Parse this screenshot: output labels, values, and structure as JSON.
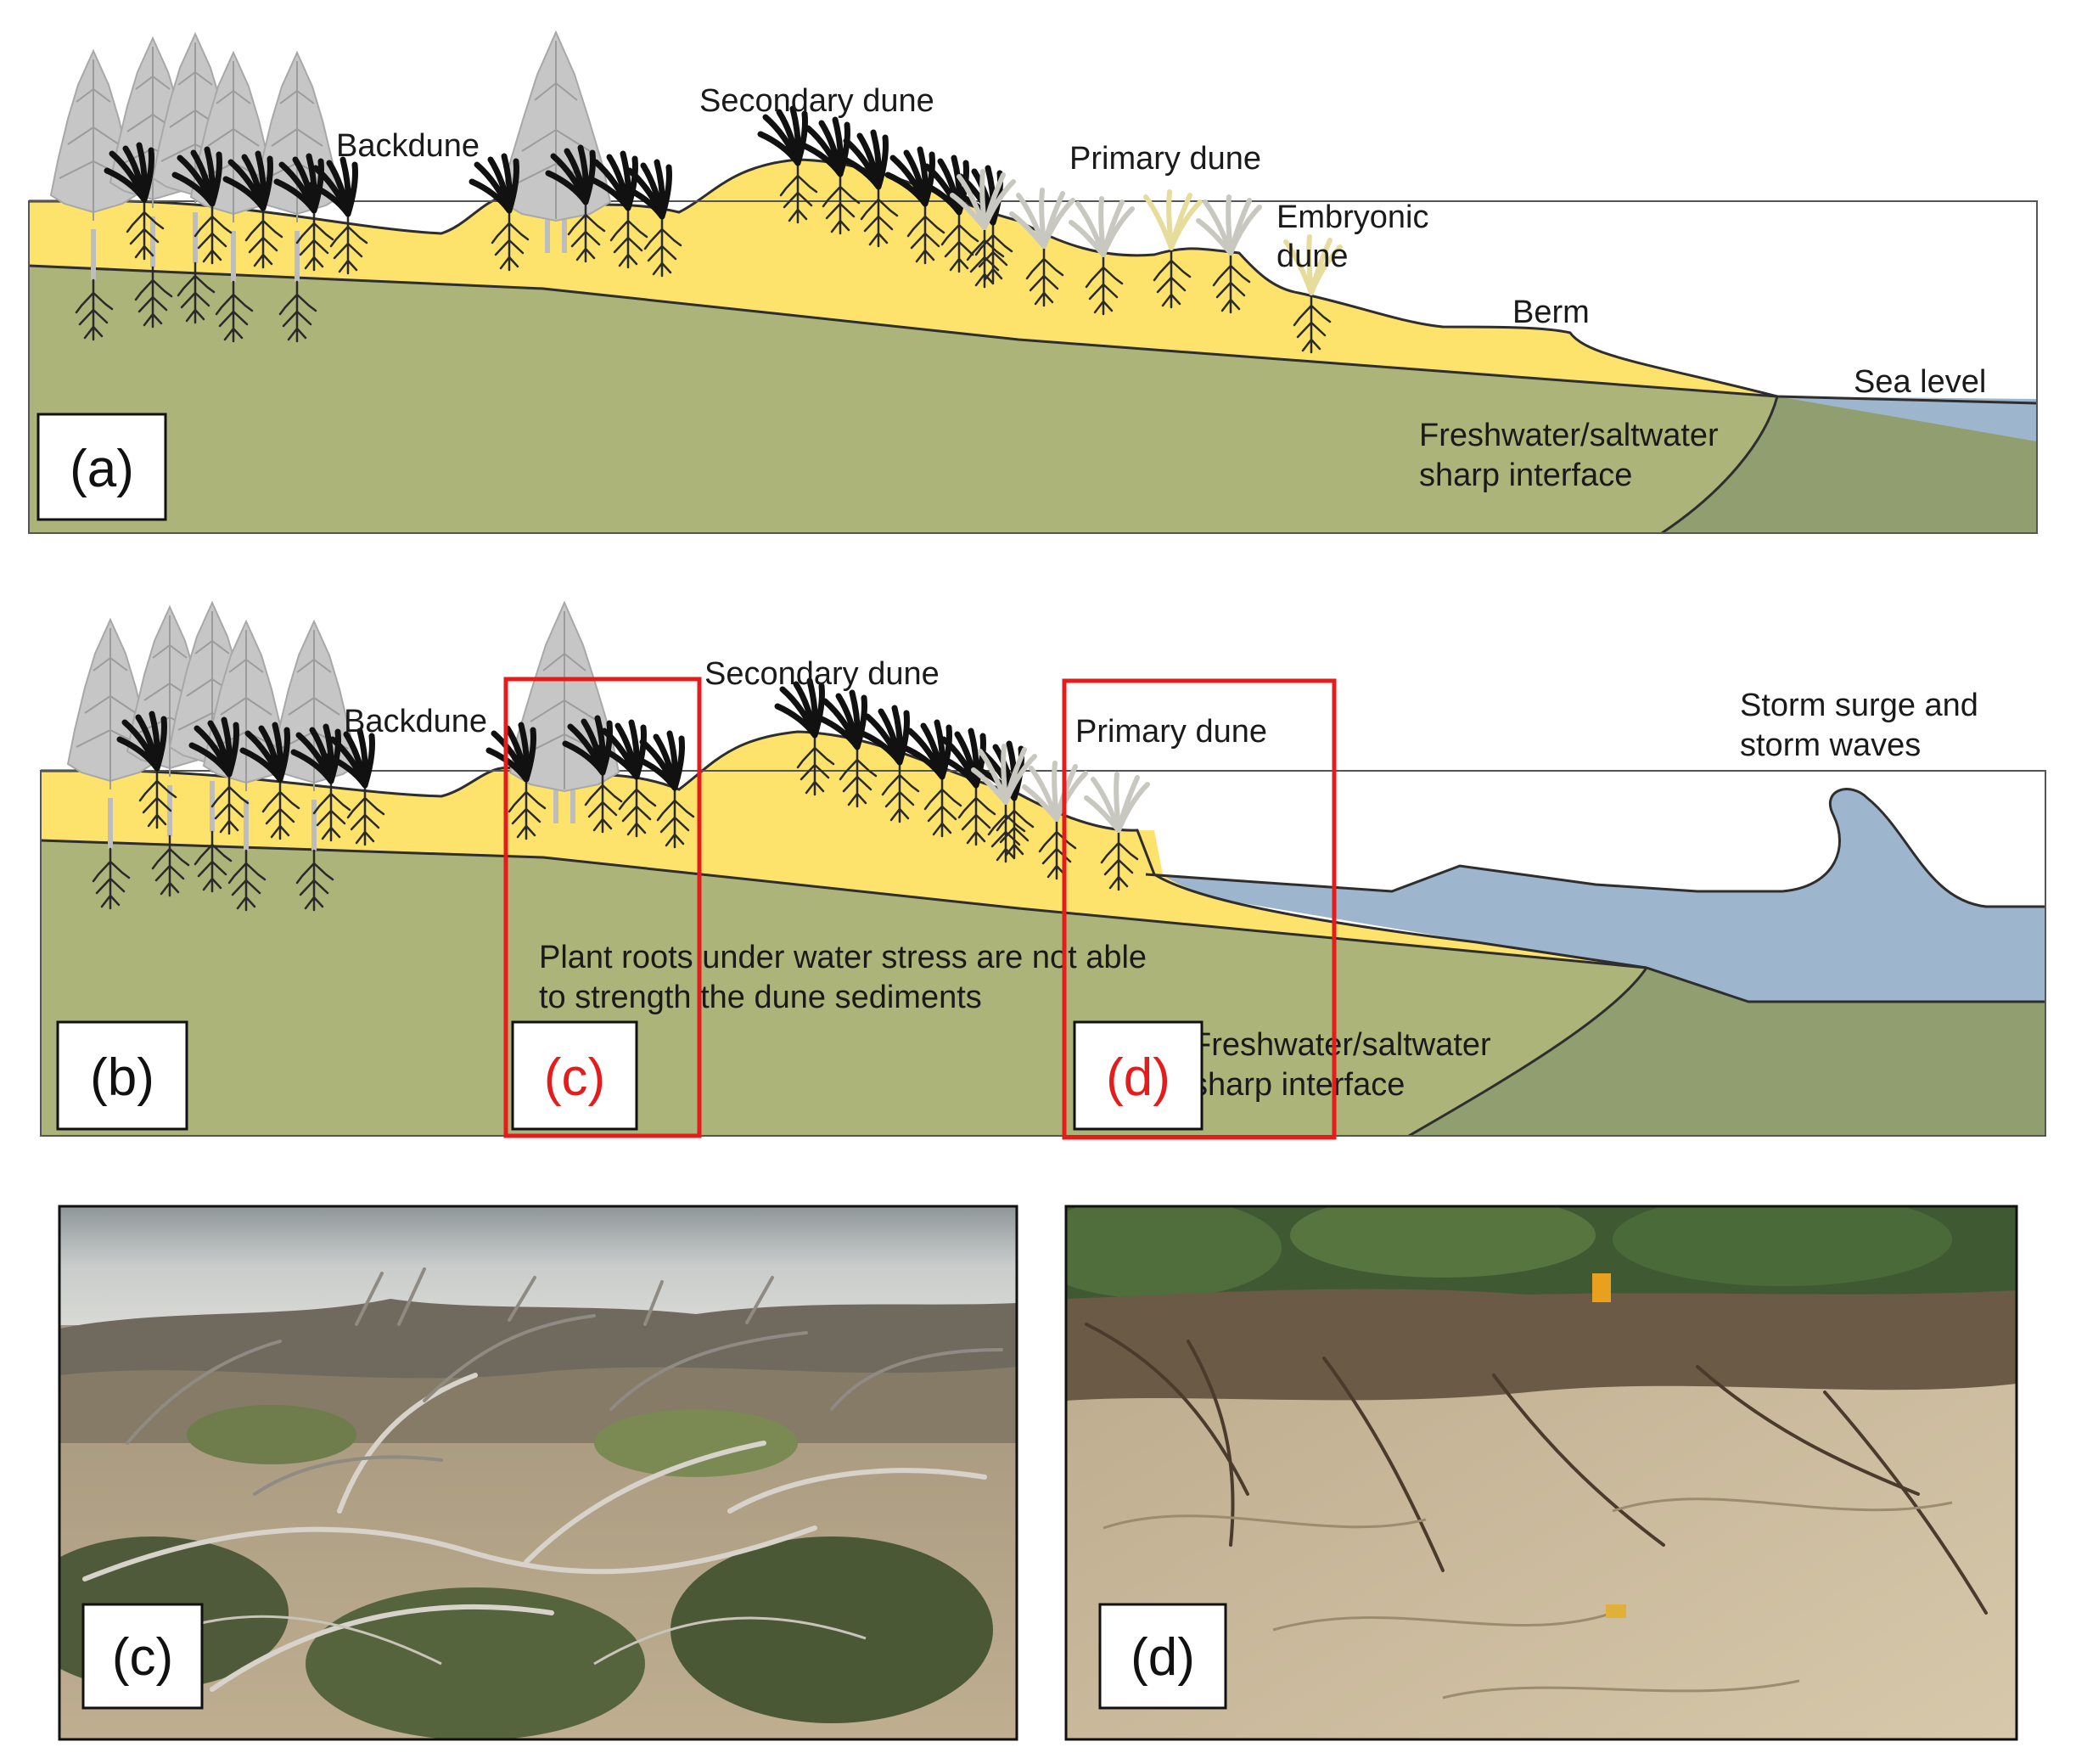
{
  "colors": {
    "sand": "#fde36b",
    "substrate": "#acb47a",
    "saline_substrate": "#919e70",
    "sea": "#9db5cd",
    "outline": "#2e2e2e",
    "highlight": "#e51c1c",
    "healthy_grass": "#111111",
    "stressed_grass": "#c8c8c0",
    "tree": "#c6c6c6",
    "label_box": "#ffffff"
  },
  "icons": [
    "pine-tree-icon",
    "dune-grass-icon",
    "root-icon",
    "wave-icon"
  ],
  "panel_a": {
    "label": "(a)",
    "labels": {
      "backdune": "Backdune",
      "secondary_dune": "Secondary dune",
      "primary_dune": "Primary dune",
      "embryonic_dune_1": "Embryonic",
      "embryonic_dune_2": "dune",
      "berm": "Berm",
      "sea_level": "Sea level",
      "interface_1": "Freshwater/saltwater",
      "interface_2": "sharp interface"
    }
  },
  "panel_b": {
    "label": "(b)",
    "labels": {
      "backdune": "Backdune",
      "secondary_dune": "Secondary dune",
      "primary_dune": "Primary dune",
      "storm_1": "Storm surge and",
      "storm_2": "storm waves",
      "stress_1": "Plant roots under water stress are not able",
      "stress_2": "to strength the dune sediments",
      "interface_1": "Freshwater/saltwater",
      "interface_2": "sharp interface"
    },
    "highlight_c_label": "(c)",
    "highlight_d_label": "(d)"
  },
  "photo_c": {
    "label": "(c)"
  },
  "photo_d": {
    "label": "(d)"
  }
}
